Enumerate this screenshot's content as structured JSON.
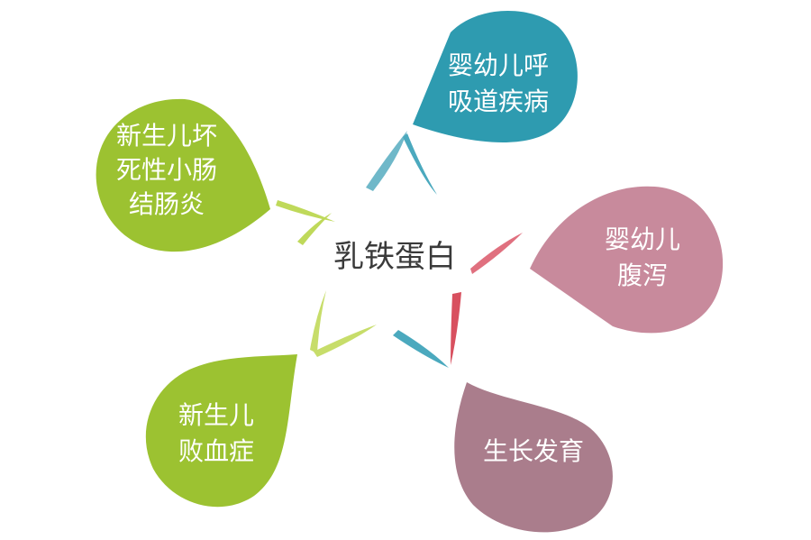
{
  "center": {
    "label": "乳铁蛋白"
  },
  "petals": [
    {
      "id": "respiratory",
      "lines": [
        "婴幼儿呼",
        "吸道疾病"
      ],
      "color": "#2e9bb0",
      "star_color": "#4ba9be"
    },
    {
      "id": "diarrhea",
      "lines": [
        "婴幼儿",
        "腹泻"
      ],
      "color": "#c88a9c",
      "star_color": "#d86a78"
    },
    {
      "id": "growth",
      "lines": [
        "生长发育"
      ],
      "color": "#aa7d8c",
      "star_color": "#4ba9be"
    },
    {
      "id": "sepsis",
      "lines": [
        "新生儿",
        "败血症"
      ],
      "color": "#9cc231",
      "star_color": "#c7dd6a"
    },
    {
      "id": "nec",
      "lines": [
        "新生儿坏",
        "死性小肠",
        "结肠炎"
      ],
      "color": "#9cc231",
      "star_color": "#bfd95a"
    }
  ]
}
